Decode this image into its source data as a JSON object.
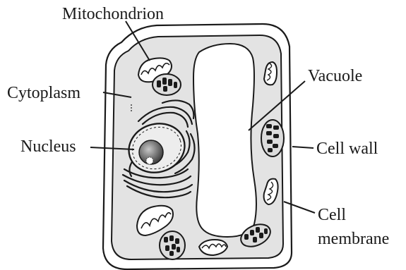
{
  "labels": {
    "mitochondrion": "Mitochondrion",
    "cytoplasm": "Cytoplasm",
    "nucleus": "Nucleus",
    "vacuole": "Vacuole",
    "cell_wall": "Cell wall",
    "cell_membrane_line1": "Cell",
    "cell_membrane_line2": "membrane"
  },
  "colors": {
    "cell_wall_fill": "#ffffff",
    "cytoplasm_fill": "#e3e3e3",
    "vacuole_fill": "#ffffff",
    "outline": "#1a1a1a",
    "nucleus_fill": "#ededed",
    "nucleolus_fill": "#7a7a7a",
    "chloroplast_fill": "#dcdcdc",
    "label_text": "#1a1a1a"
  }
}
